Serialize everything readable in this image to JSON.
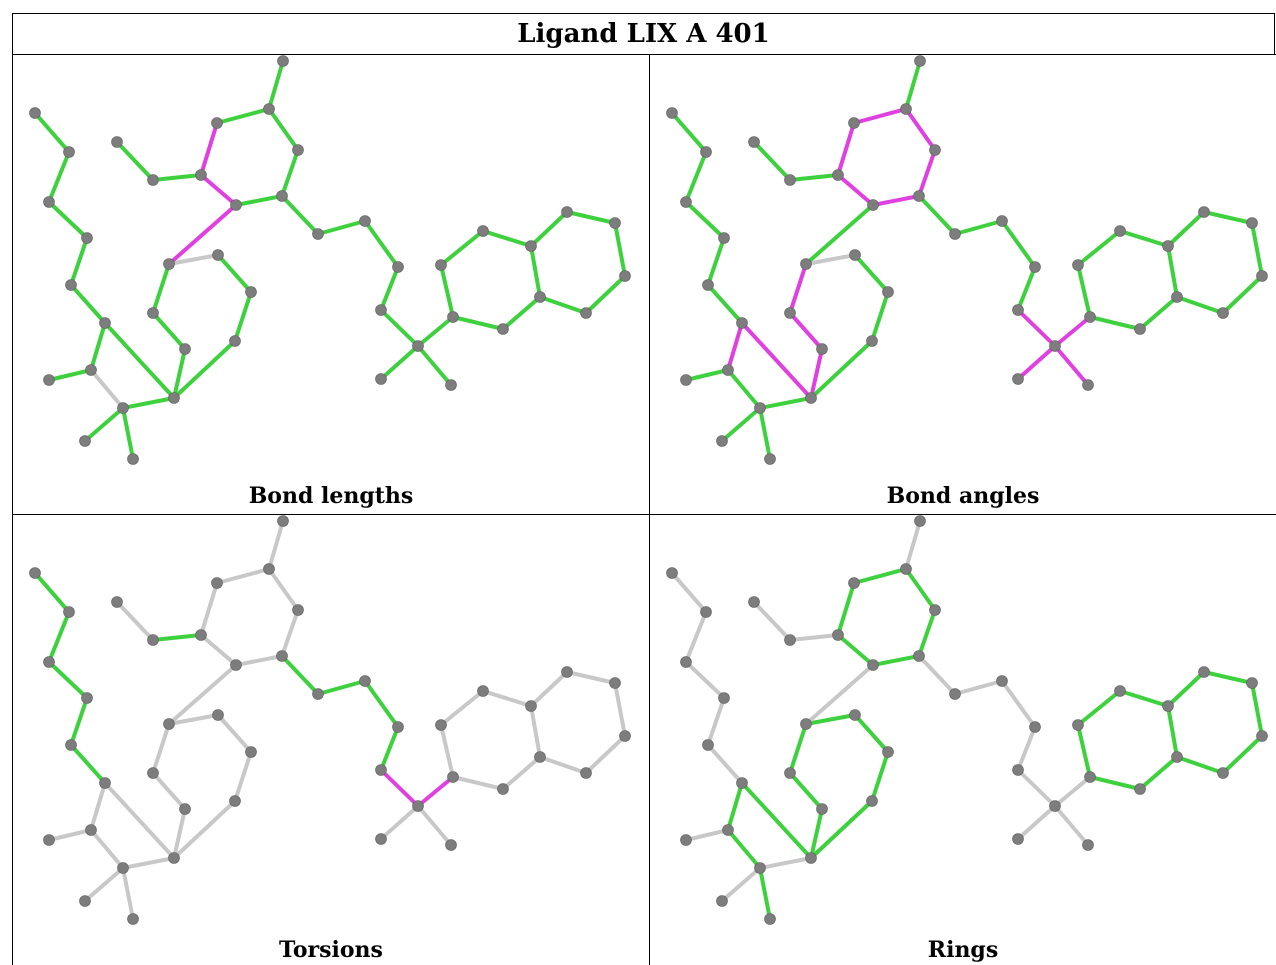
{
  "title": "Ligand LIX A 401",
  "panels": [
    {
      "id": "bond-lengths",
      "caption": "Bond lengths"
    },
    {
      "id": "bond-angles",
      "caption": "Bond angles"
    },
    {
      "id": "torsions",
      "caption": "Torsions"
    },
    {
      "id": "rings",
      "caption": "Rings"
    }
  ],
  "colors": {
    "atom": "#7d7d7d",
    "bond_default": "#c8c8c8",
    "bond_ok": "#3ed13e",
    "bond_outlier": "#e040e0"
  }
}
